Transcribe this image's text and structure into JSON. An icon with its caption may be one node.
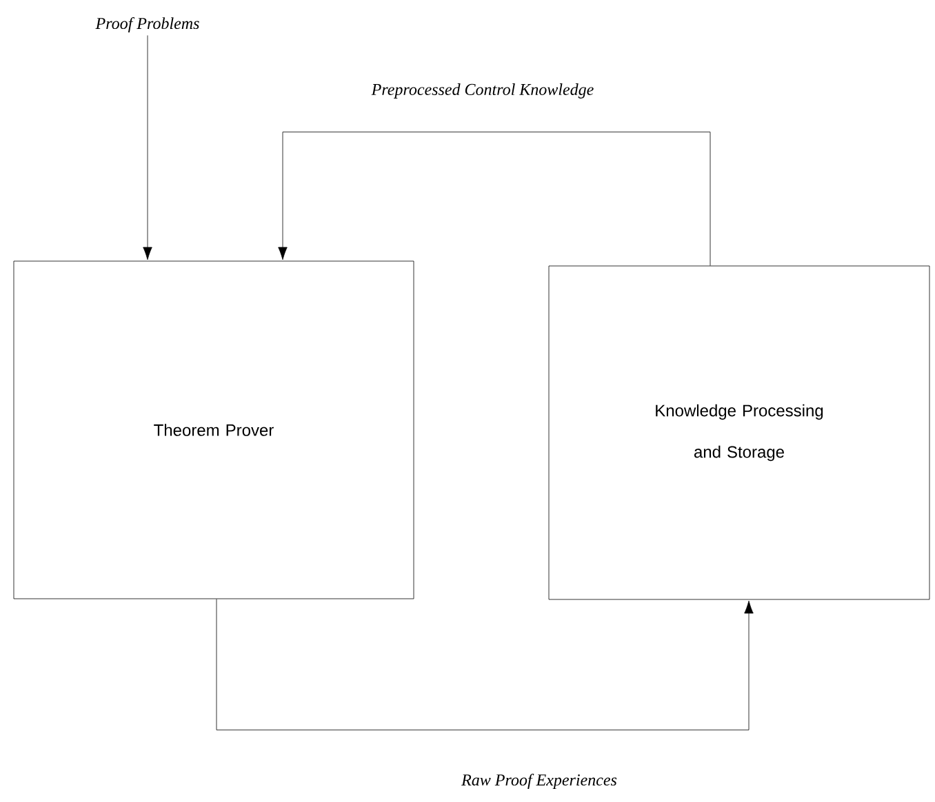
{
  "diagram": {
    "nodes": [
      {
        "text": [
          "Proof Problems"
        ]
      },
      {
        "text": [
          "Theorem Prover"
        ]
      },
      {
        "text": [
          "Knowledge Processing and Storage"
        ]
      }
    ],
    "edges": [
      {
        "from": 0,
        "to": 1,
        "arrow": "to"
      },
      {
        "from": 2,
        "to": 1,
        "arrow": "to",
        "label": "Preprocessed Control Knowledge"
      },
      {
        "from": 1,
        "to": 2,
        "arrow": "to",
        "label": "Raw Proof Experiences"
      }
    ]
  }
}
